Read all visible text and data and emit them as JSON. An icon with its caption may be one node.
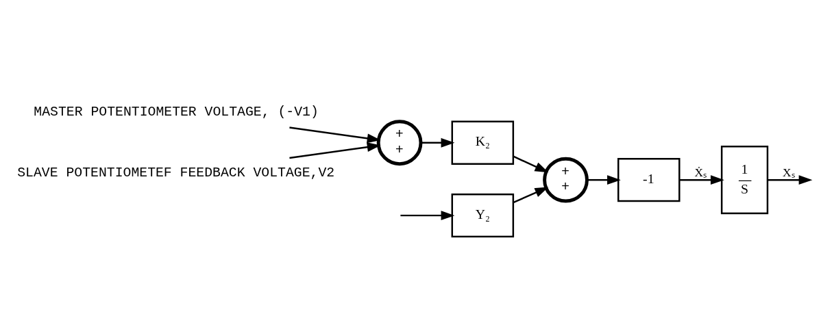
{
  "diagram": {
    "nodes": [
      {
        "text": [
          "MASTER POTENTIOMETER VOLTAGE, (-V1)"
        ]
      },
      {
        "text": [
          "+",
          "+"
        ]
      },
      {
        "text": [
          "SLAVE POTENTIOMETEF FEEDBACK VOLTAGE,V2"
        ]
      },
      {
        "text": [
          "K₂"
        ]
      },
      {
        "text": [
          "Y₂"
        ]
      },
      {
        "text": [
          "+",
          "+"
        ]
      },
      {
        "text": [
          "-1"
        ]
      },
      {
        "text": [
          "1",
          "S"
        ]
      }
    ],
    "edges": [
      {
        "from": 0,
        "to": 1,
        "arrow": "to"
      },
      {
        "from": 2,
        "to": 1,
        "arrow": "to"
      },
      {
        "from": 1,
        "to": 3,
        "arrow": "to"
      },
      {
        "from": 3,
        "to": 5,
        "arrow": "to"
      },
      {
        "from": null,
        "to": 4,
        "arrow": "to"
      },
      {
        "from": 4,
        "to": 5,
        "arrow": "to"
      },
      {
        "from": 5,
        "to": 6,
        "arrow": "to"
      },
      {
        "from": 6,
        "to": 7,
        "arrow": "to",
        "label": "Ẋₛ"
      },
      {
        "from": 7,
        "to": null,
        "arrow": "to",
        "label": "Xₛ"
      }
    ]
  }
}
